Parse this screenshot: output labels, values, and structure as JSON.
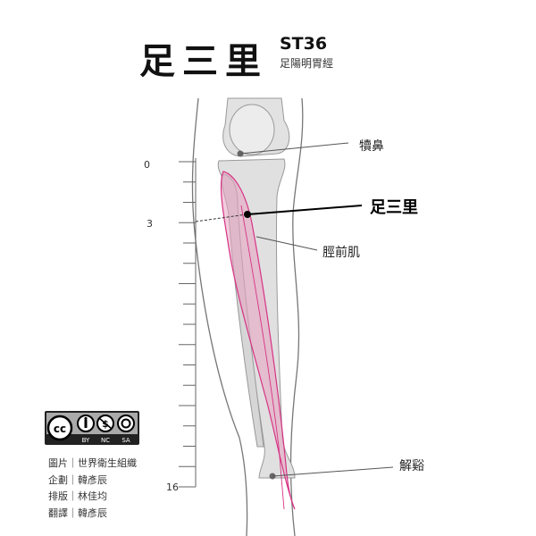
{
  "title": "足三里",
  "code": "ST36",
  "meridian": "足陽明胃經",
  "labels": {
    "dubi": "犢鼻",
    "point": "足三里",
    "muscle": "脛前肌",
    "jiexi": "解谿"
  },
  "ruler": {
    "start": "0",
    "mark": "3",
    "end": "16",
    "divisions": 16
  },
  "license": {
    "cc": "cc",
    "by": "BY",
    "nc": "NC",
    "sa": "SA"
  },
  "credits": [
    "圖片｜世界衛生組織",
    "企劃｜韓彥辰",
    "排版｜林佳均",
    "翻譯｜韓彥辰"
  ],
  "colors": {
    "muscle": "#e8a0bf",
    "muscle_line": "#d63384",
    "bone": "#e0e0e0"
  }
}
